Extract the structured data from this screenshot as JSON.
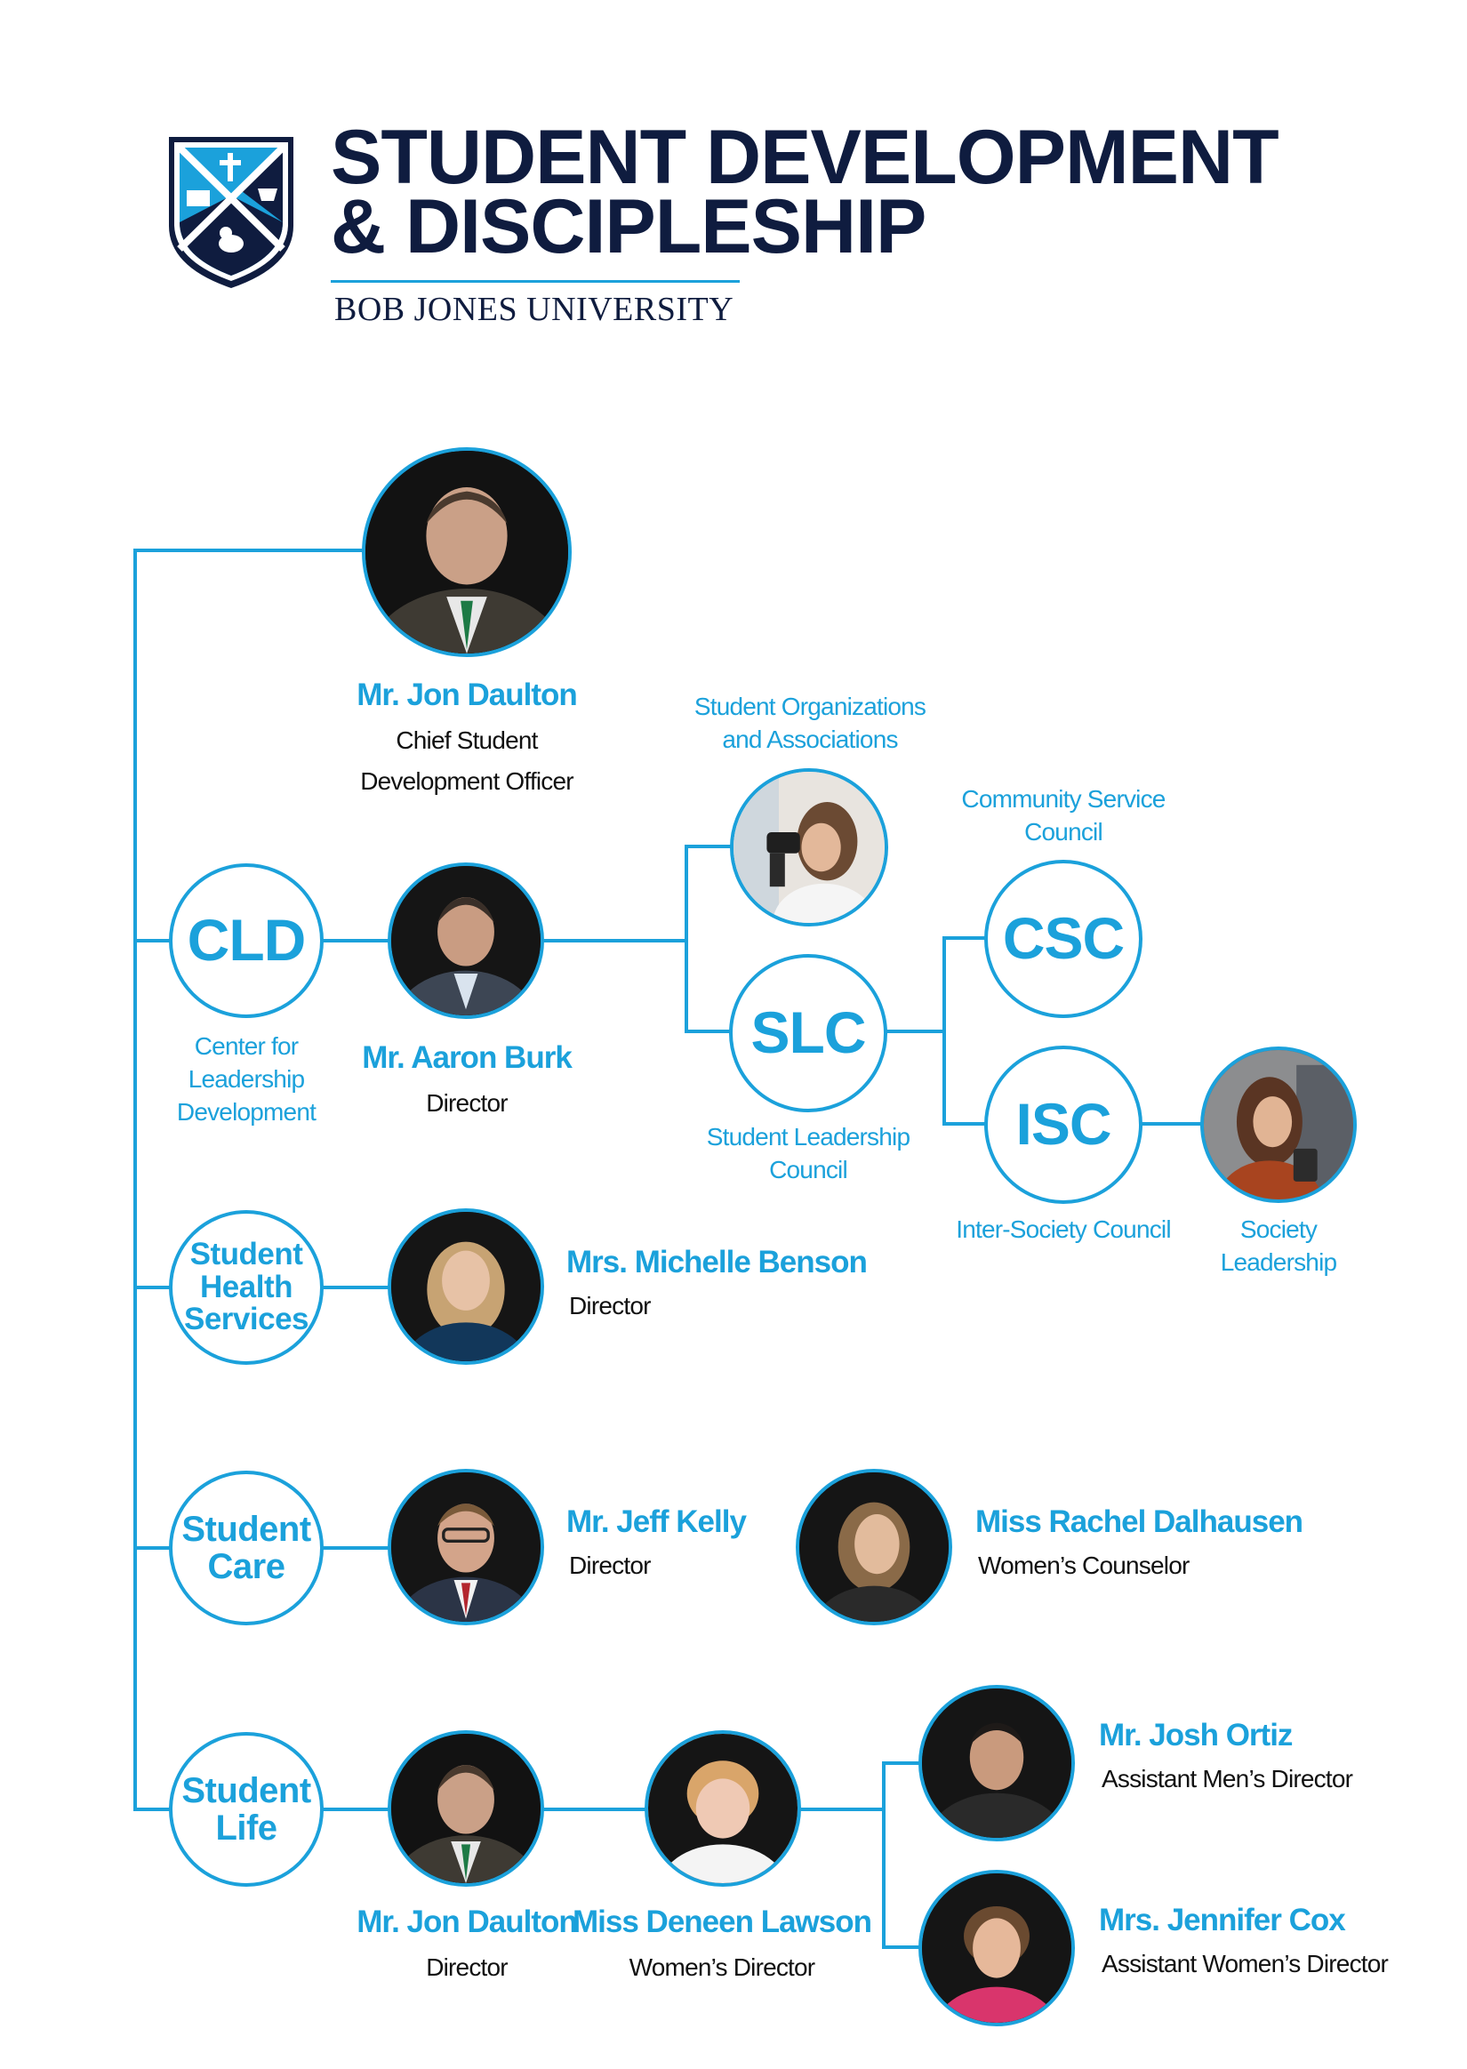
{
  "header": {
    "title_line1": "STUDENT DEVELOPMENT",
    "title_line2": "& DISCIPLESHIP",
    "subtitle": "BOB JONES UNIVERSITY",
    "colors": {
      "navy": "#0f1c3f",
      "accent": "#1ba1db"
    }
  },
  "org": {
    "chief": {
      "name": "Mr. Jon Daulton",
      "role_line1": "Chief Student",
      "role_line2": "Development Officer"
    },
    "cld": {
      "abbr": "CLD",
      "caption_line1": "Center for",
      "caption_line2": "Leadership",
      "caption_line3": "Development",
      "person": {
        "name": "Mr. Aaron Burk",
        "role": "Director"
      }
    },
    "student_orgs": {
      "caption_line1": "Student Organizations",
      "caption_line2": "and Associations"
    },
    "slc": {
      "abbr": "SLC",
      "caption_line1": "Student Leadership",
      "caption_line2": "Council"
    },
    "csc": {
      "abbr": "CSC",
      "caption_line1": "Community Service",
      "caption_line2": "Council"
    },
    "isc": {
      "abbr": "ISC",
      "caption": "Inter-Society Council"
    },
    "society": {
      "caption_line1": "Society",
      "caption_line2": "Leadership"
    },
    "health": {
      "line1": "Student",
      "line2": "Health",
      "line3": "Services",
      "person": {
        "name": "Mrs. Michelle Benson",
        "role": "Director"
      }
    },
    "care": {
      "line1": "Student",
      "line2": "Care",
      "person": {
        "name": "Mr. Jeff Kelly",
        "role": "Director"
      },
      "counselor": {
        "name": "Miss Rachel Dalhausen",
        "role": "Women’s Counselor"
      }
    },
    "life": {
      "line1": "Student",
      "line2": "Life",
      "director": {
        "name": "Mr. Jon Daulton",
        "role": "Director"
      },
      "womens": {
        "name": "Miss Deneen Lawson",
        "role": "Women’s Director"
      },
      "asst_men": {
        "name": "Mr. Josh Ortiz",
        "role": "Assistant Men’s Director"
      },
      "asst_women": {
        "name": "Mrs. Jennifer Cox",
        "role": "Assistant Women’s Director"
      }
    }
  }
}
